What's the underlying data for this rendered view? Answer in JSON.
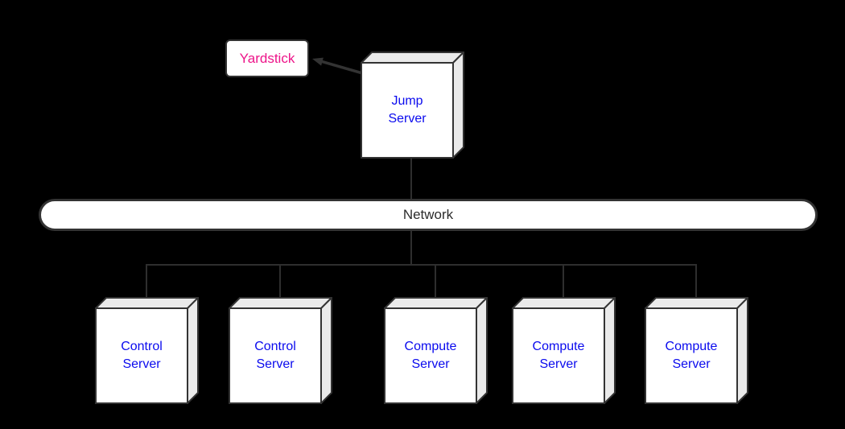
{
  "canvas": {
    "background_color": "#000000",
    "edge_color": "#2e2e2e",
    "node_border_color": "#333333",
    "node_front_color": "#ffffff",
    "node_facet_color": "#eaeaea"
  },
  "nodes": {
    "yardstick": {
      "label": "Yardstick",
      "text_color": "#ed1489"
    },
    "jump_server": {
      "lines": [
        "Jump",
        "Server"
      ],
      "text_color": "#0a0aee"
    },
    "network": {
      "label": "Network",
      "text_color": "#2b2b2b"
    },
    "servers": [
      {
        "lines": [
          "Control",
          "Server"
        ]
      },
      {
        "lines": [
          "Control",
          "Server"
        ]
      },
      {
        "lines": [
          "Compute",
          "Server"
        ]
      },
      {
        "lines": [
          "Compute",
          "Server"
        ]
      },
      {
        "lines": [
          "Compute",
          "Server"
        ]
      }
    ]
  },
  "icons": {
    "interface_port": "lollipop-circle",
    "dependency_arrow": "solid-arrow-left"
  }
}
